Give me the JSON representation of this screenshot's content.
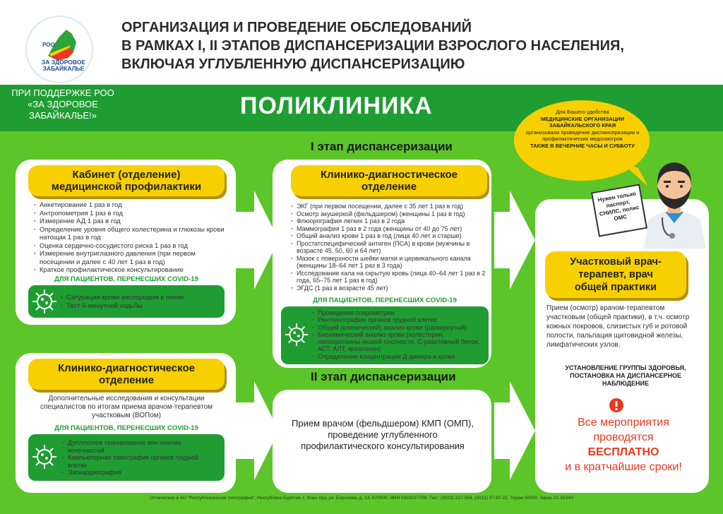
{
  "header": {
    "logo_roo": "РОО",
    "logo_name": "ЗА ЗДОРОВОЕ ЗАБАЙКАЛЬЕ",
    "title_line1": "ОРГАНИЗАЦИЯ И ПРОВЕДЕНИЕ ОБСЛЕДОВАНИЙ",
    "title_line2": "В РАМКАХ I, II ЭТАПОВ ДИСПАНСЕРИЗАЦИИ ВЗРОСЛОГО НАСЕЛЕНИЯ,",
    "title_line3": "ВКЛЮЧАЯ УГЛУБЛЕННУЮ ДИСПАНСЕРИЗАЦИЮ",
    "support": "ПРИ ПОДДЕРЖКЕ РОО «ЗА ЗДОРОВОЕ ЗАБАЙКАЛЬЕ!»",
    "clinic": "ПОЛИКЛИНИКА"
  },
  "stage1_title": "I этап диспансеризации",
  "stage2_title": "II этап диспансеризации",
  "covid_label": "ДЛЯ ПАЦИЕНТОВ, ПЕРЕНЕСШИХ COVID-19",
  "prevention": {
    "head_line1": "Кабинет (отделение)",
    "head_line2": "медицинской профилактики",
    "items": [
      "Анкетирование 1 раз в год",
      "Антропометрия 1 раз в год",
      "Измерение АД 1 раз в год",
      "Определение уровня общего холестерина и глюкозы крови натощак 1 раз в год",
      "Оценка сердечно-сосудистого риска 1 раз в год",
      "Измерение внутриглазного давления (при первом посещении и далее с 40 лет 1 раз в год)",
      "Краткое профилактическое консультирование"
    ],
    "covid_items": [
      "Сатурация крови кислородом в покое",
      "Тест 6-минутной ходьбы"
    ]
  },
  "clinic_diag1": {
    "head_line1": "Клинико-диагностическое",
    "head_line2": "отделение",
    "items": [
      "ЭКГ (при первом посещении, далее с 35 лет 1 раз в год)",
      "Осмотр акушеркой (фельдшером) (женщины 1 раз в год)",
      "Флюорография легких 1 раз в 2 года",
      "Маммография 1 раз в 2 года (женщины от 40 до 75 лет)",
      "Общий анализ крови 1 раз в год (лица 40 лет и старше)",
      "Простатспецифический антиген (ПСА) в крови (мужчины в возрасте 45, 50, 60 и 64 лет)",
      "Мазок с поверхности шейки матки и цервикального канала (женщины 18–64 лет 1 раз в 3 года)",
      "Исследование кала на скрытую кровь (лица 40–64 лет 1 раз в 2 года, 65–75 лет 1 раз в год)",
      "ЭГДС (1 раз в возрасте 45 лет)"
    ],
    "covid_items": [
      "Проведение спирометрии",
      "Рентгенография органов грудной клетки",
      "Общий (клинический) анализ крови (развернутый)",
      "Биохимический анализ крови (холестерин, липопротеины низкой плотности, С-реактивный белок, АСТ, АЛТ, креатинин)",
      "Определение концентрации Д-димера в крови"
    ]
  },
  "clinic_diag2": {
    "head_line1": "Клинико-диагностическое",
    "head_line2": "отделение",
    "text": "Дополнительные исследования и консультации специалистов по итогам приема врачом-терапевтом участковым (ВОПом)",
    "covid_items": [
      "Дуплексное сканирование вен нижних конечностей",
      "Компьютерная томография органов грудной клетки",
      "Эхокардиография"
    ]
  },
  "stage2_text": "Прием врачом (фельдшером) КМП (ОМП), проведение углубленного профилактического консультирования",
  "therapist": {
    "head_line1": "Участковый врач-",
    "head_line2": "терапевт, врач",
    "head_line3": "общей практики",
    "text": "Прием (осмотр) врачом-терапевтом участковым (общей практики), в т.ч. осмотр кожных покровов, слизистых губ и ротовой полости, пальпация щитовидной железы, лимфатических узлов.",
    "group": "УСТАНОВЛЕНИЕ ГРУППЫ ЗДОРОВЬЯ, ПОСТАНОВКА НА ДИСПАНСЕРНОЕ НАБЛЮДЕНИЕ",
    "free_line1": "Все мероприятия",
    "free_line2": "проводятся",
    "free_line3": "БЕСПЛАТНО",
    "free_line4": "и в кратчайшие сроки!"
  },
  "bubble": {
    "line1": "Для Вашего удобства",
    "line2": "МЕДИЦИНСКИЕ ОРГАНИЗАЦИИ ЗАБАЙКАЛЬСКОГО КРАЯ",
    "line3": "организовали проведение диспансеризации и профилактических медосмотров",
    "line4": "ТАКЖЕ В ВЕЧЕРНИЕ ЧАСЫ И СУББОТУ"
  },
  "sign_text": "Нужен только паспорт, СНИЛС, полис ОМС",
  "footer": "Отпечатано в АО \"Республиканская типография\", Республика Бурятия, г. Улан-Удэ, ул. Борсоева, д. 13, 670000. ИНН 0323027708. Тел.: (3022) 217-554, (3012) 37-97-22. Тираж 50000. Заказ 21-3534Ч",
  "colors": {
    "green_bg": "#5cc52a",
    "dark_green": "#1f9d32",
    "yellow": "#f8d000",
    "red": "#e8381e"
  }
}
